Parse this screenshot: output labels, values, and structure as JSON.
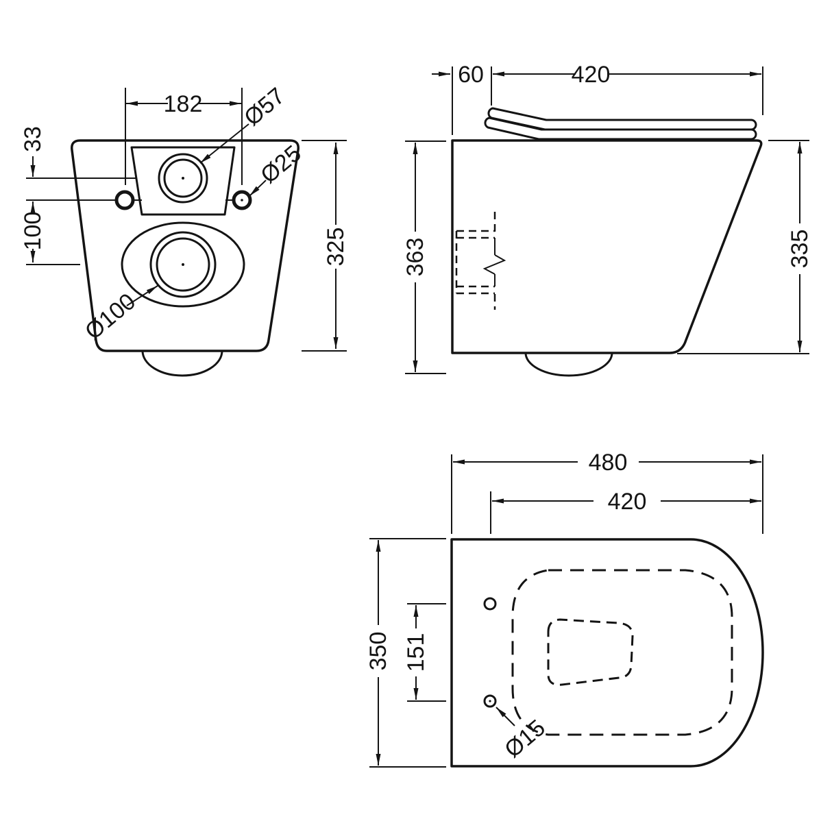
{
  "drawing": {
    "rear_view": {
      "dim_fixing_hole_spacing": "182",
      "dim_top_to_inlet": "33",
      "dim_inlet_to_outlet": "100",
      "dim_overall_height": "325",
      "dia_flush_inlet": "Ø57",
      "dia_fixing_hole": "Ø25",
      "dia_waste_outlet": "Ø100"
    },
    "side_view": {
      "dim_back_offset": "60",
      "dim_seat_length": "420",
      "dim_total_depth_height": "363",
      "dim_body_height": "335"
    },
    "top_view": {
      "dim_overall_projection": "480",
      "dim_seat_projection": "420",
      "dim_overall_width": "350",
      "dim_hinge_hole_spacing": "151",
      "dia_hinge_hole": "Ø15"
    },
    "line_color": "#141414",
    "background_color": "#ffffff"
  }
}
